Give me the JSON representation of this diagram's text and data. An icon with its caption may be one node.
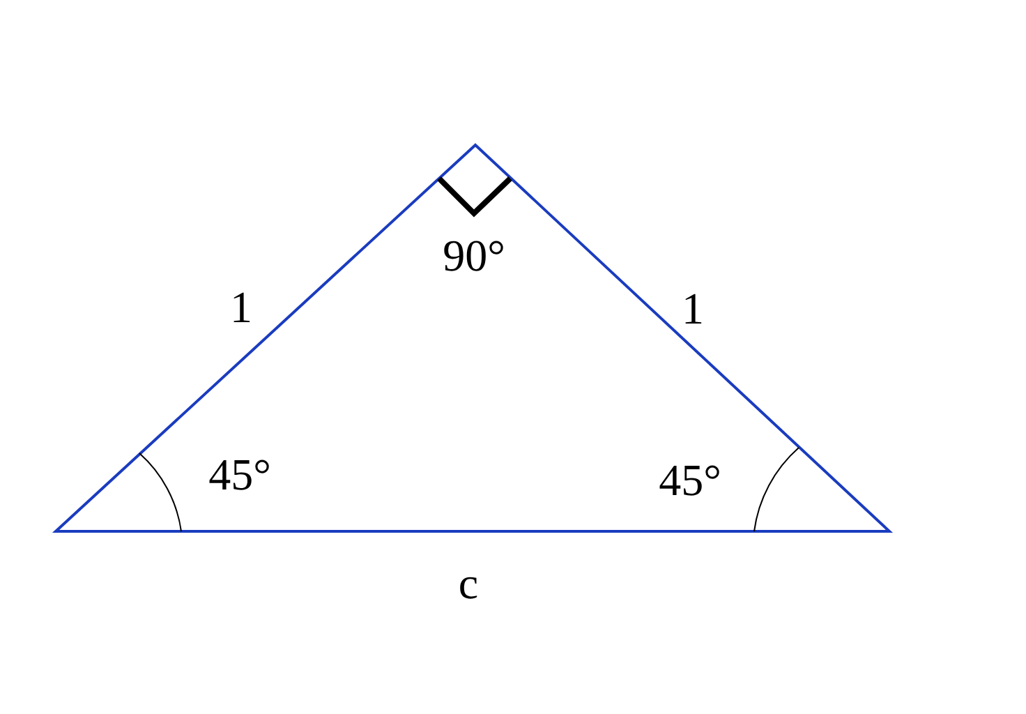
{
  "diagram": {
    "labels": [
      "1",
      "90°",
      "1",
      "45°",
      "45°",
      "c"
    ]
  }
}
